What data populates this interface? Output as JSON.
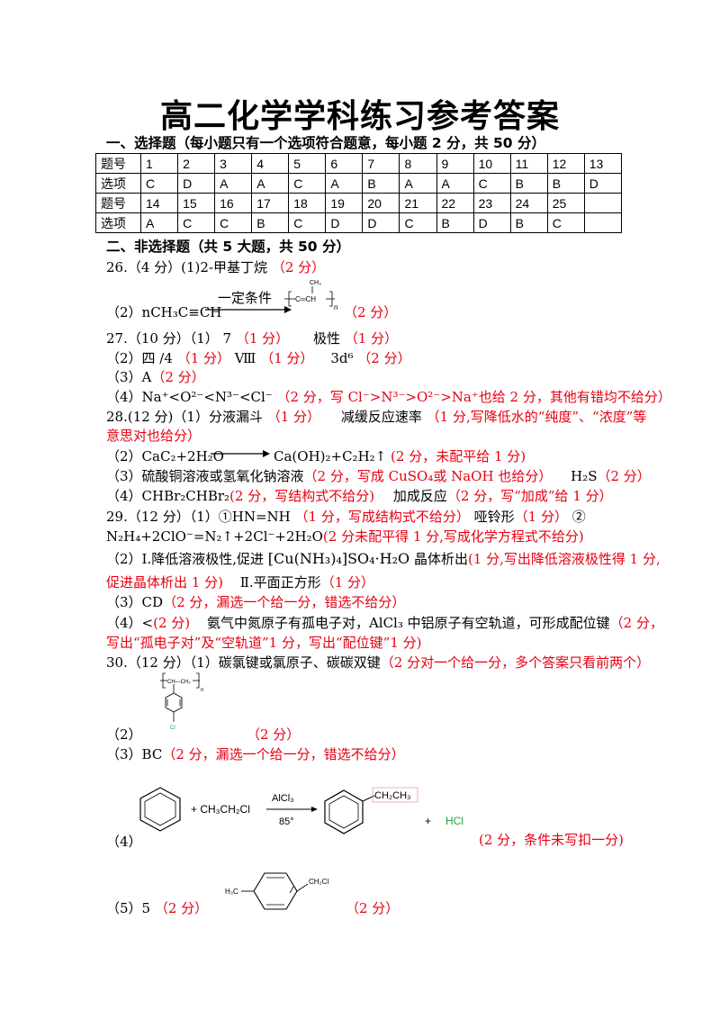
{
  "title": "高二化学学科练习参考答案",
  "section1": {
    "heading": "一、选择题（每小题只有一个选项符合题意，每小题 2 分，共 50 分）",
    "rows": [
      [
        "题号",
        "1",
        "2",
        "3",
        "4",
        "5",
        "6",
        "7",
        "8",
        "9",
        "10",
        "11",
        "12",
        "13"
      ],
      [
        "选项",
        "C",
        "D",
        "A",
        "A",
        "C",
        "A",
        "B",
        "A",
        "A",
        "C",
        "B",
        "B",
        "D"
      ],
      [
        "题号",
        "14",
        "15",
        "16",
        "17",
        "18",
        "19",
        "20",
        "21",
        "22",
        "23",
        "24",
        "25",
        ""
      ],
      [
        "选项",
        "A",
        "C",
        "C",
        "B",
        "C",
        "D",
        "D",
        "C",
        "B",
        "D",
        "B",
        "C",
        ""
      ]
    ]
  },
  "section2": {
    "heading": "二、非选择题（共 5 大题，共 50 分）"
  },
  "q26": {
    "l1": "26.（4 分）(1)2-甲基丁烷",
    "l1_score": "（2 分）",
    "l2_prefix": "（2）nCH₃C≡CH",
    "condition": "一定条件",
    "l2_score": "（2 分）"
  },
  "q27": {
    "l1": "27.（10 分）（1） 7",
    "l1_s1": "（1 分）",
    "l1_b": "极性",
    "l1_s2": "（1 分）",
    "l2_a": "（2）四 /4",
    "l2_s1": "（1 分）",
    "l2_b": "Ⅷ",
    "l2_s2": "（1 分）",
    "l2_c": "3d⁶",
    "l2_s3": "（2 分）",
    "l3_a": "（3）A",
    "l3_s": "（2 分）",
    "l4_a": "（4）Na⁺<O²⁻<N³⁻<Cl⁻",
    "l4_s": "（2 分，写 Cl⁻>N³⁻>O²⁻>Na⁺也给 2 分，其他有错均不给分）"
  },
  "q28": {
    "l1_a": "28.(12 分)（1）分液漏斗",
    "l1_s1": "（1 分）",
    "l1_b": "减缓反应速率",
    "l1_s2": "（1 分,写降低水的“纯度”、“浓度”等",
    "l1_s3": "意思对也给分）",
    "l2_a": "（2）CaC₂+2H₂O",
    "l2_b": "Ca(OH)₂+C₂H₂↑",
    "l2_s": "(2 分，未配平给 1 分)",
    "l3_a": "（3）硫酸铜溶液或氢氧化钠溶液",
    "l3_s": "（2 分，写成 CuSO₄或 NaOH 也给分）",
    "l3_b": "H₂S",
    "l3_s2": "（2 分）",
    "l4_a": "（4）CHBr₂CHBr₂",
    "l4_s": "(2 分，写结构式不给分)",
    "l4_b": "加成反应",
    "l4_s2": "（2 分，写“加成”给 1 分）"
  },
  "q29": {
    "l1_a": "29.（12 分）（1）①HN=NH",
    "l1_s": "（1 分，写成结构式不给分）",
    "l1_b": "哑铃形",
    "l1_s2": "（1 分）",
    "l1_c": "②",
    "l2_a": "N₂H₄+2ClO⁻=N₂↑+2Cl⁻+2H₂O",
    "l2_s": "(2 分未配平得 1 分,写成化学方程式不给分)",
    "l3_a": "（2）Ⅰ.降低溶液极性,促进",
    "l3_formula": "[Cu(NH₃)₄]SO₄·H₂O",
    "l3_b": "晶体析出",
    "l3_s": "(1 分,写出降低溶液极性得 1 分,",
    "l4_s": "促进晶体析出 1 分)",
    "l4_b": "Ⅱ.平面正方形",
    "l4_s2": "（1 分）",
    "l5_a": "（3）CD",
    "l5_s": "（2 分，漏选一个给一分，错选不给分）",
    "l6_a": "（4）<",
    "l6_s": "(2 分)",
    "l6_b": "氨气中氮原子有孤电子对，AlCl₃ 中铝原子有空轨道，可形成配位键",
    "l6_s2": "（2 分，",
    "l7_s": "写出“孤电子对”及“空轨道”1 分，写出“配位键”1 分)"
  },
  "q30": {
    "l1_a": "30.（12 分）（1）碳氯键或氯原子、碳碳双键",
    "l1_s": "（2 分对一个给一分，多个答案只看前两个）",
    "l2_a": "（2）",
    "l2_s": "（2 分）",
    "l3_a": "（3）BC",
    "l3_s": "（2 分，漏选一个给一分，错选不给分）",
    "l4_a": "（4）",
    "l4_reagent": "+ CH₃CH₂Cl",
    "l4_cat": "AlCl₃",
    "l4_temp": "85°",
    "l4_prod": "CH₂CH₃",
    "l4_plus": "+",
    "l4_hcl": "HCl",
    "l4_s": "(2 分，条件未写扣一分)",
    "l5_a": "（5）5",
    "l5_s": "（2 分）",
    "l5_s2": "（2 分）",
    "l5_left": "H₃C",
    "l5_right": "CH₂Cl"
  },
  "structures": {
    "poly_ch3": "CH₃",
    "poly_main": "C═CH",
    "poly_n": "n",
    "pvc_main": "CH—CH₂",
    "pvc_n": "n",
    "cl": "Cl"
  }
}
